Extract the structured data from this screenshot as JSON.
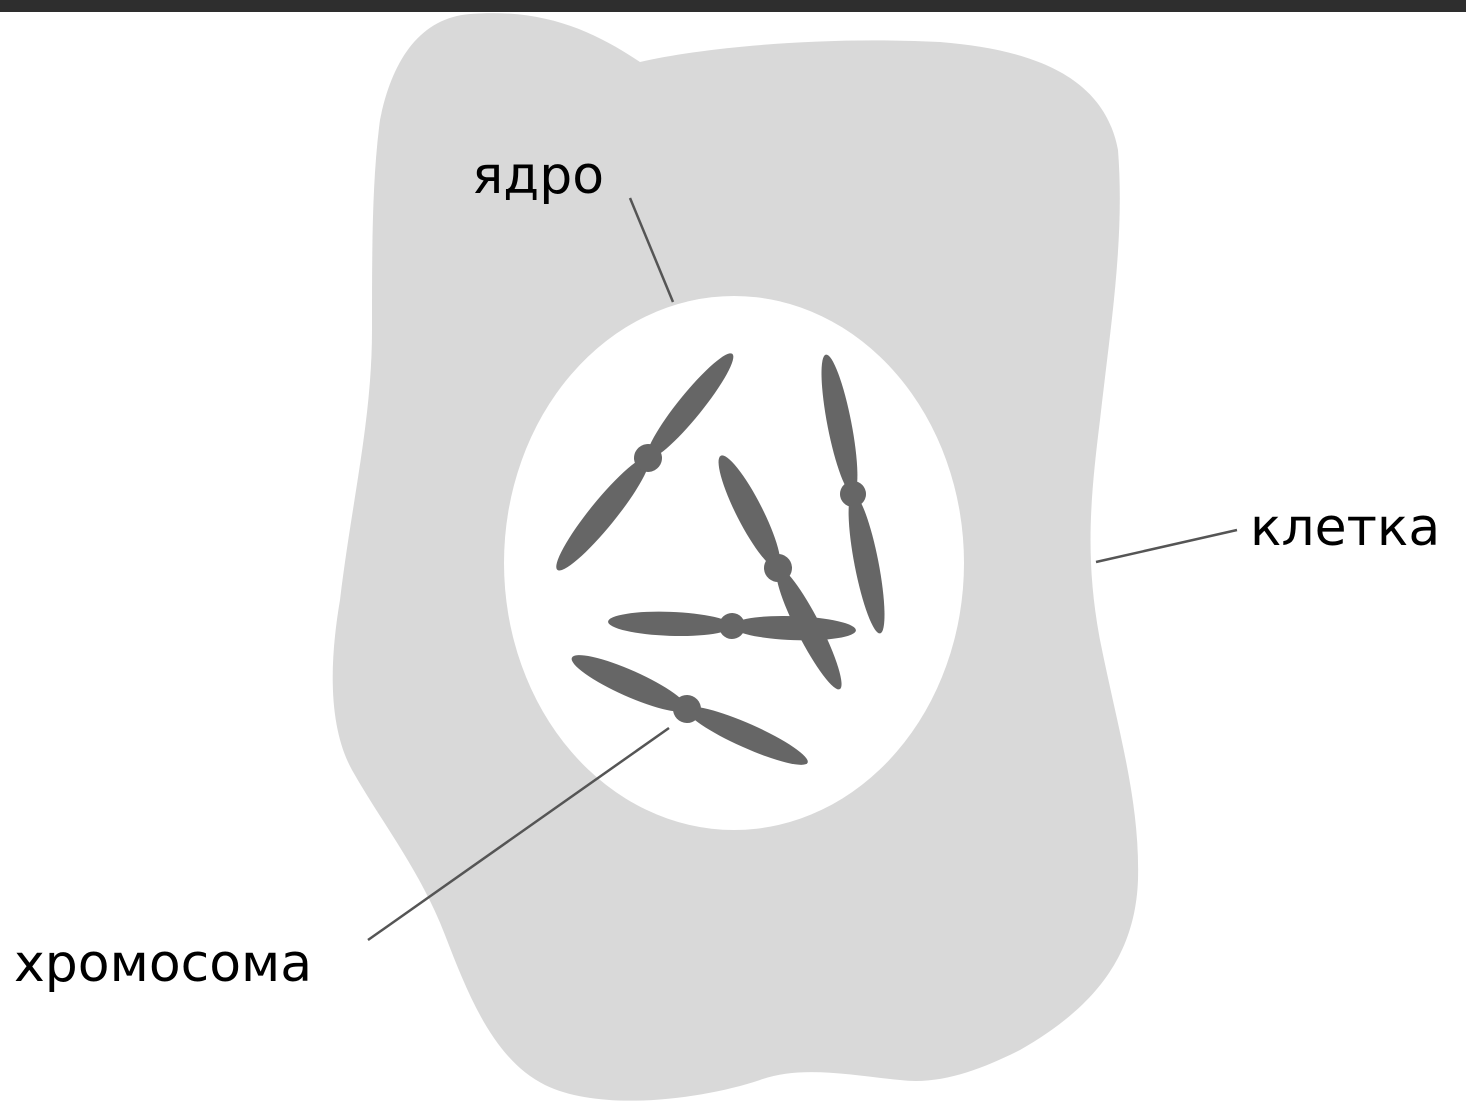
{
  "labels": {
    "nucleus": "ядро",
    "cell": "клетка",
    "chromosome": "хромосома"
  },
  "colors": {
    "cell_fill": "#d9d9d9",
    "nucleus_fill": "#ffffff",
    "chromosome_fill": "#666666",
    "leader_line": "#555555",
    "top_band": "#2e2e2e"
  },
  "chromosome_count": 5
}
